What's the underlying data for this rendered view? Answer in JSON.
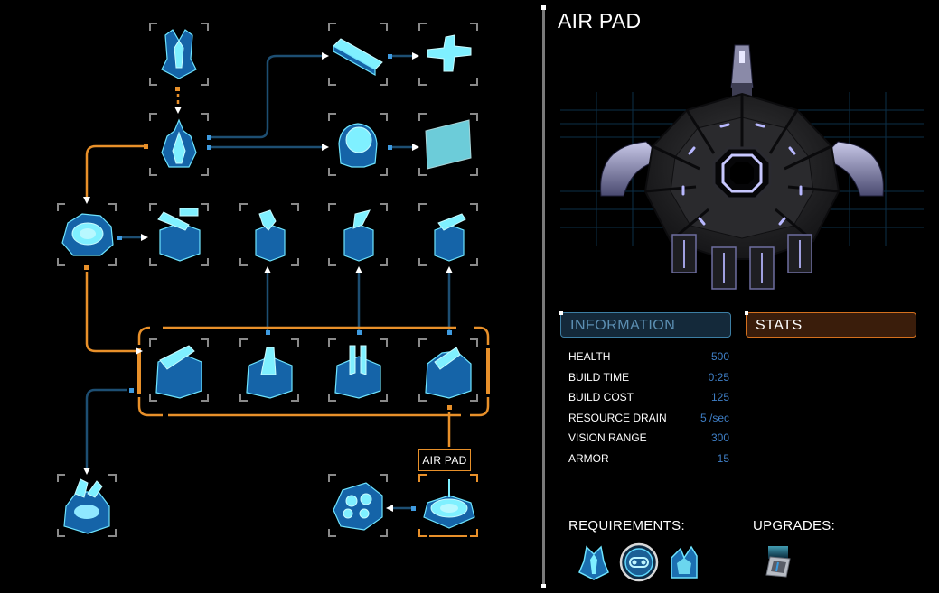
{
  "tree": {
    "selected_label": "AIR PAD",
    "nodes": [
      {
        "icon": "spire-structure-icon"
      },
      {
        "icon": "crest-structure-icon"
      },
      {
        "icon": "beam-block-icon"
      },
      {
        "icon": "cross-block-icon"
      },
      {
        "icon": "dome-structure-icon"
      },
      {
        "icon": "panel-block-icon"
      },
      {
        "icon": "core-hub-icon"
      },
      {
        "icon": "cannon-turret-icon"
      },
      {
        "icon": "tower-structure-icon"
      },
      {
        "icon": "spike-tower-icon"
      },
      {
        "icon": "horn-tower-icon"
      },
      {
        "icon": "bastion-structure-icon"
      },
      {
        "icon": "arm-structure-icon"
      },
      {
        "icon": "fork-structure-icon"
      },
      {
        "icon": "crown-structure-icon"
      },
      {
        "icon": "claw-structure-icon"
      },
      {
        "icon": "multi-pad-icon"
      },
      {
        "icon": "air-pad-icon"
      }
    ]
  },
  "detail": {
    "title": "AIR PAD",
    "tabs": {
      "information": "INFORMATION",
      "stats": "STATS"
    },
    "stats": [
      {
        "name": "HEALTH",
        "value": "500"
      },
      {
        "name": "BUILD TIME",
        "value": "0:25"
      },
      {
        "name": "BUILD COST",
        "value": "125"
      },
      {
        "name": "RESOURCE DRAIN",
        "value": "5 /sec"
      },
      {
        "name": "VISION RANGE",
        "value": "300"
      },
      {
        "name": "ARMOR",
        "value": "15"
      }
    ],
    "requirements_label": "REQUIREMENTS:",
    "upgrades_label": "UPGRADES:",
    "requirements": [
      {
        "icon": "spire-requirement-icon"
      },
      {
        "icon": "gear-requirement-icon"
      },
      {
        "icon": "claw-requirement-icon"
      }
    ],
    "upgrades": [
      {
        "icon": "armor-plate-upgrade-icon"
      }
    ]
  },
  "colors": {
    "accent_orange": "#e8902a",
    "accent_blue": "#3f7fc6",
    "connector_blue": "#1d4e72",
    "hologram_cyan": "#2ec8ee"
  }
}
